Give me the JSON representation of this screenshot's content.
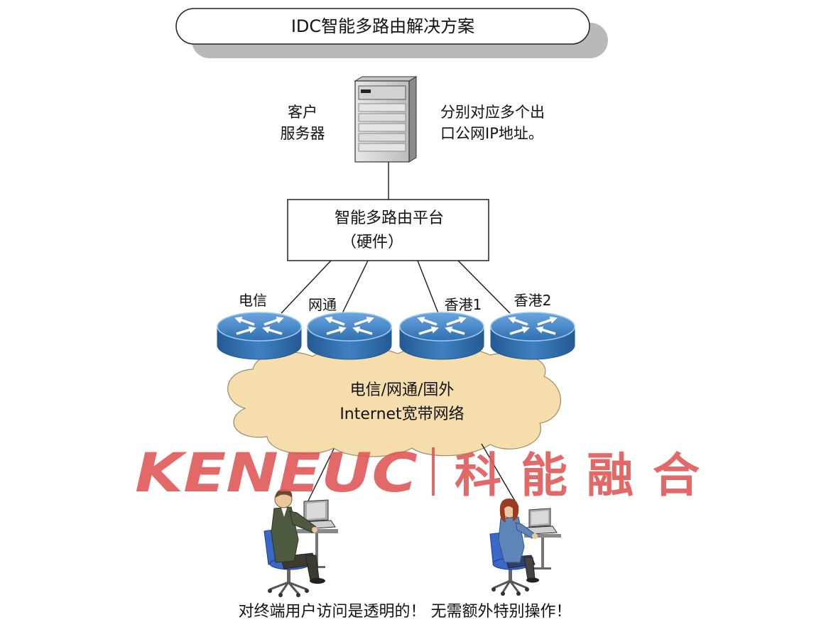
{
  "title": "IDC智能多路由解决方案",
  "server": {
    "label_line1": "客户",
    "label_line2": "服务器",
    "note_line1": "分别对应多个出",
    "note_line2": "口公网IP地址。"
  },
  "platform": {
    "line1": "智能多路由平台",
    "line2": "（硬件）"
  },
  "routers": [
    {
      "label": "电信"
    },
    {
      "label": "网通"
    },
    {
      "label": "香港1"
    },
    {
      "label": "香港2"
    }
  ],
  "cloud": {
    "line1": "电信/网通/国外",
    "line2": "Internet宽带网络"
  },
  "watermark": {
    "brand_latin": "KENEUC",
    "brand_cjk": "科能融合"
  },
  "footer": "对终端用户访问是透明的！ 无需额外特别操作！",
  "colors": {
    "router_top": "#4a8bcc",
    "router_side": "#2a64a3",
    "cloud": "#f6deac",
    "watermark": "#e05858",
    "chair": "#3a67c9"
  }
}
